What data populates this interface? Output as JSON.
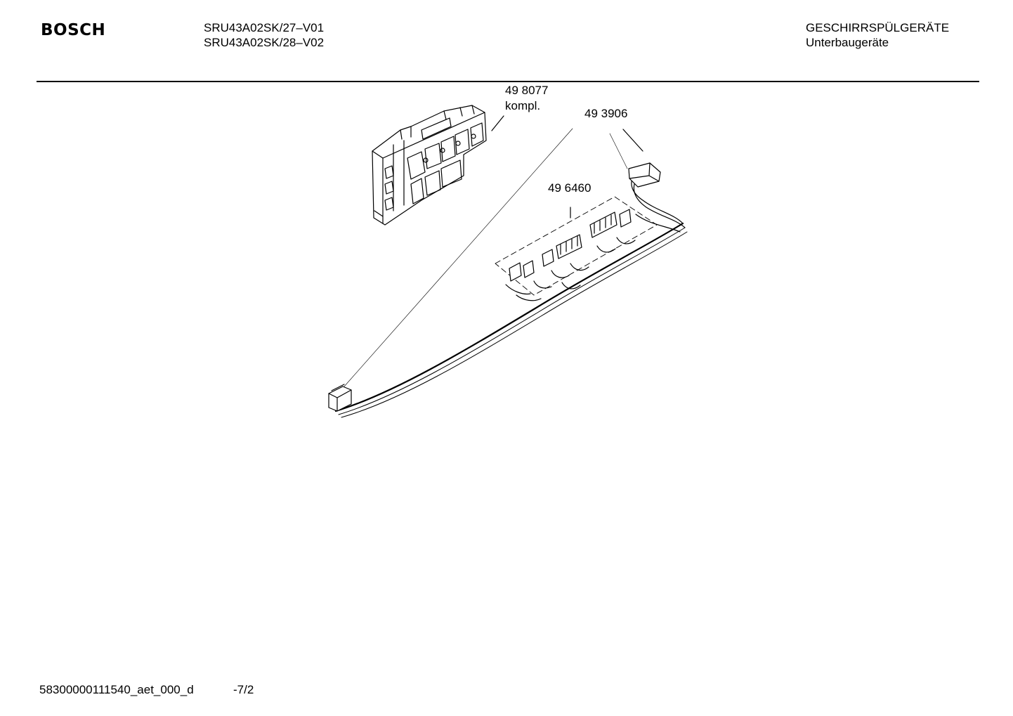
{
  "header": {
    "brand": "BOSCH",
    "model_line_1": "SRU43A02SK/27–V01",
    "model_line_2": "SRU43A02SK/28–V02",
    "category_line_1": "GESCHIRRSPÜLGERÄTE",
    "category_line_2": "Unterbaugeräte"
  },
  "parts": [
    {
      "number": "49 8077",
      "note": "kompl."
    },
    {
      "number": "49 3906"
    },
    {
      "number": "49 6460"
    }
  ],
  "footer": {
    "document_id": "58300000111540_aet_000_d",
    "page": "-7/2"
  }
}
